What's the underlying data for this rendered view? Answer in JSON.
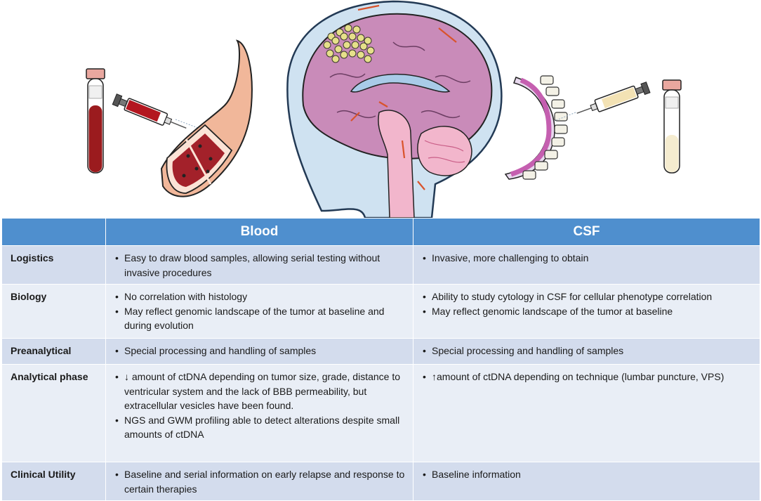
{
  "table": {
    "columns": [
      "",
      "Blood",
      "CSF"
    ],
    "rows": [
      {
        "label": "Logistics",
        "blood": [
          "Easy to draw blood samples, allowing serial testing without invasive procedures"
        ],
        "csf": [
          "Invasive, more challenging to obtain"
        ]
      },
      {
        "label": "Biology",
        "blood": [
          "No correlation with histology",
          "May reflect genomic landscape of the tumor at baseline and during evolution"
        ],
        "csf": [
          "Ability to study cytology in CSF for cellular phenotype correlation",
          "May reflect genomic landscape of the tumor at baseline"
        ]
      },
      {
        "label": "Preanalytical",
        "blood": [
          "Special processing and handling of samples"
        ],
        "csf": [
          "Special processing and handling of samples"
        ]
      },
      {
        "label": "Analytical phase",
        "blood": [
          "↓ amount of ctDNA depending on tumor size, grade, distance to ventricular system and the lack of BBB permeability, but extracellular vesicles have been found.",
          "NGS and GWM profiling able to detect alterations despite small amounts of ctDNA"
        ],
        "csf": [
          "↑amount of ctDNA depending on technique (lumbar puncture, VPS)"
        ]
      },
      {
        "label": "Clinical Utility",
        "blood": [
          "Baseline and serial information on early relapse and response to certain therapies"
        ],
        "csf": [
          "Baseline information"
        ]
      }
    ]
  },
  "colors": {
    "header": "#4f8fce",
    "row_dark": "#d3dced",
    "row_light": "#e9eef6",
    "blood": "#9b1b1e",
    "csf_fluid": "#f5eccf",
    "brain": "#c98bb9",
    "skull": "#cfe2f1"
  },
  "icons": [
    "blood-tube-icon",
    "blood-syringe-icon",
    "blood-vessel-icon",
    "brain-icon",
    "spine-icon",
    "csf-syringe-icon",
    "csf-tube-icon"
  ]
}
